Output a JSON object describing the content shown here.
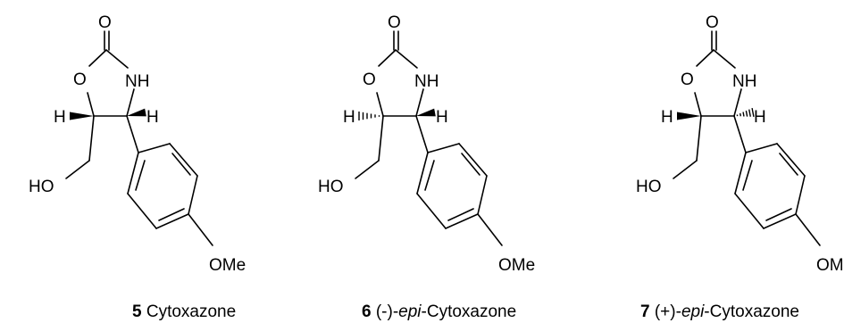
{
  "molecules": [
    {
      "number": "5",
      "caption": {
        "prefix": "",
        "italic": "",
        "suffix": "Cytoxazone"
      },
      "labels": {
        "carbonyl_o": "O",
        "ring_o": "O",
        "nh": "NH",
        "h_c5": "H",
        "h_c4": "H",
        "hydroxyl": "HO",
        "methoxy": "OMe"
      },
      "stereo": {
        "c5_h": "wedge",
        "c4_h": "wedge"
      }
    },
    {
      "number": "6",
      "caption": {
        "prefix": "(-)-",
        "italic": "epi",
        "suffix": "-Cytoxazone"
      },
      "labels": {
        "carbonyl_o": "O",
        "ring_o": "O",
        "nh": "NH",
        "h_c5": "H",
        "h_c4": "H",
        "hydroxyl": "HO",
        "methoxy": "OMe"
      },
      "stereo": {
        "c5_h": "hash",
        "c4_h": "wedge"
      }
    },
    {
      "number": "7",
      "caption": {
        "prefix": "(+)-",
        "italic": "epi",
        "suffix": "-Cytoxazone"
      },
      "labels": {
        "carbonyl_o": "O",
        "ring_o": "O",
        "nh": "NH",
        "h_c5": "H",
        "h_c4": "H",
        "hydroxyl": "HO",
        "methoxy": "OMe"
      },
      "stereo": {
        "c5_h": "wedge",
        "c4_h": "hash"
      }
    }
  ]
}
